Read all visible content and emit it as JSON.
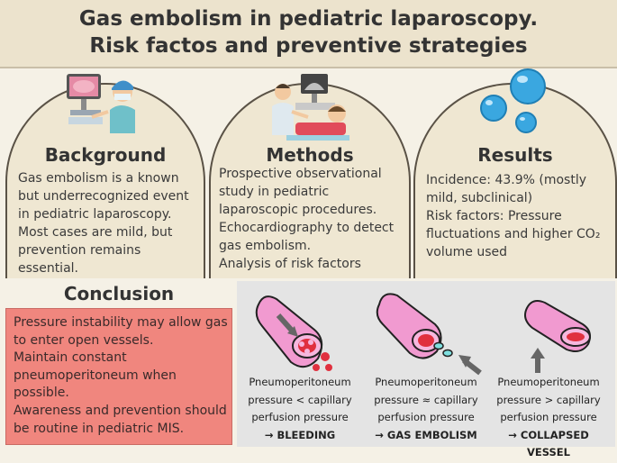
{
  "title": {
    "line1": "Gas embolism in pediatric laparoscopy.",
    "line2": "Risk factos and preventive strategies"
  },
  "background": {
    "title": "Background",
    "lines": [
      "Gas embolism is a known",
      "but underrecognized event",
      "in pediatric laparoscopy.",
      "Most cases are mild, but",
      "prevention remains",
      "essential."
    ]
  },
  "methods": {
    "title": "Methods",
    "lines": [
      "Prospective observational",
      "study in pediatric",
      "laparoscopic procedures.",
      "Echocardiography to detect",
      "gas embolism.",
      "Analysis of risk factors"
    ]
  },
  "results": {
    "title": "Results",
    "lines": [
      "Incidence: 43.9% (mostly",
      "mild, subclinical)",
      "Risk factors: Pressure",
      "fluctuations and higher CO₂",
      "volume used"
    ]
  },
  "conclusion": {
    "title": "Conclusion",
    "lines": [
      "Pressure instability may allow gas",
      "to enter open vessels.",
      "Maintain constant",
      "pneumoperitoneum when",
      "possible.",
      "Awareness and prevention should",
      "be routine in pediatric MIS."
    ]
  },
  "panels": [
    {
      "lines": [
        "Pneumoperitoneum",
        "pressure < capillary",
        "perfusion pressure"
      ],
      "outcome": "→ BLEEDING"
    },
    {
      "lines": [
        "Pneumoperitoneum",
        "pressure  ≈ capillary",
        "perfusion pressure"
      ],
      "outcome": "→ GAS EMBOLISM"
    },
    {
      "lines": [
        "Pneumoperitoneum",
        "pressure  > capillary",
        "perfusion pressure"
      ],
      "outcome": "→ COLLAPSED VESSEL"
    }
  ],
  "colors": {
    "header_bg": "#ece3cd",
    "arch_bg": "#efe7d2",
    "conclusion_bg": "#f0867e",
    "vessel_pink": "#f19ad0",
    "blood_red": "#e0303f",
    "bubble_blue": "#3aa7e0"
  }
}
